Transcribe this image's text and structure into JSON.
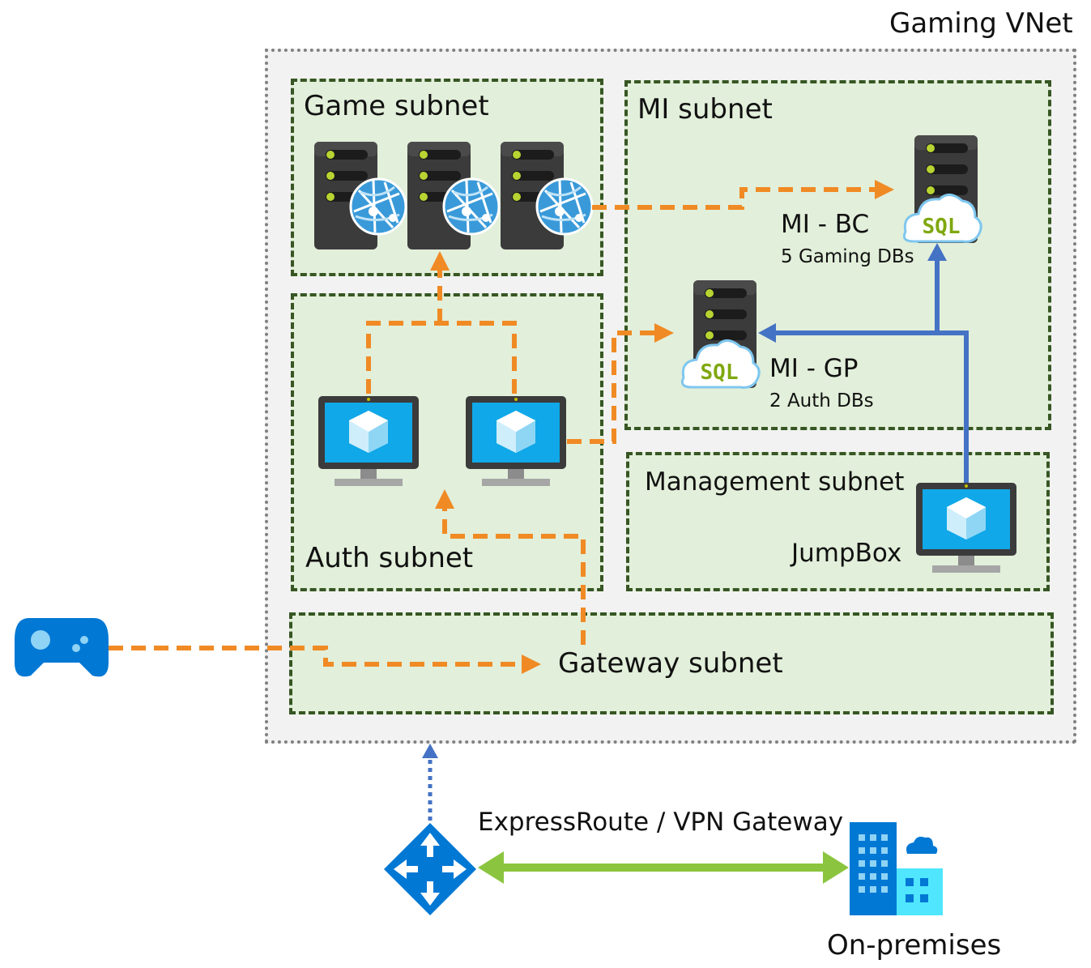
{
  "vnet": {
    "title": "Gaming VNet"
  },
  "subnets": {
    "game": "Game subnet",
    "mi": "MI subnet",
    "auth": "Auth subnet",
    "management": "Management subnet",
    "gateway": "Gateway subnet"
  },
  "databases": {
    "bc": {
      "name": "MI - BC",
      "detail": "5 Gaming DBs",
      "badge": "SQL"
    },
    "gp": {
      "name": "MI - GP",
      "detail": "2 Auth DBs",
      "badge": "SQL"
    }
  },
  "management": {
    "jumpbox": "JumpBox"
  },
  "connection": {
    "label": "ExpressRoute / VPN Gateway"
  },
  "onprem": {
    "label": "On-premises"
  },
  "colors": {
    "orange": "#f08a24",
    "blue": "#4472c4",
    "green": "#8bc53f",
    "subnet_fill": "#e2efda",
    "subnet_border": "#375623",
    "azure_blue": "#0078d4"
  },
  "icons": [
    "game-controller-icon",
    "server-icon",
    "web-globe-icon",
    "sql-server-icon",
    "virtual-machine-icon",
    "router-icon",
    "building-icon"
  ]
}
